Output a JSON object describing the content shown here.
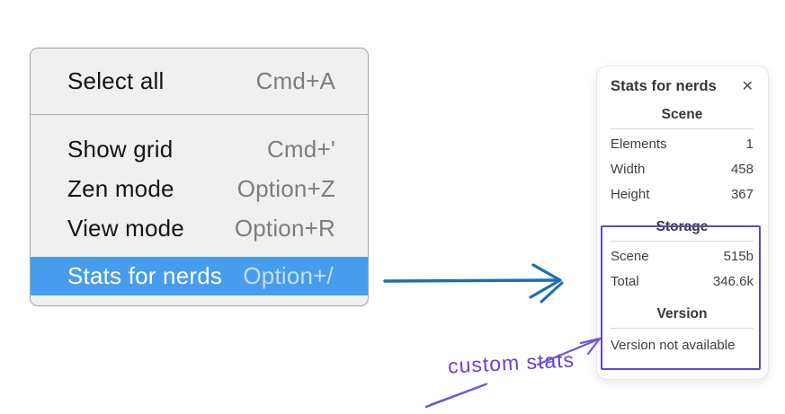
{
  "menu": {
    "items_top": [
      {
        "label": "Select all",
        "shortcut": "Cmd+A"
      }
    ],
    "items": [
      {
        "label": "Show grid",
        "shortcut": "Cmd+'"
      },
      {
        "label": "Zen mode",
        "shortcut": "Option+Z"
      },
      {
        "label": "View mode",
        "shortcut": "Option+R"
      },
      {
        "label": "Stats for nerds",
        "shortcut": "Option+/"
      }
    ],
    "highlighted_item": "Stats for nerds",
    "colors": {
      "highlight_bg": "#479ded",
      "menu_bg": "#f0f0f1"
    }
  },
  "stats_panel": {
    "title": "Stats for nerds",
    "close_icon": "✕",
    "sections": [
      {
        "heading": "Scene",
        "rows": [
          [
            "Elements",
            "1"
          ],
          [
            "Width",
            "458"
          ],
          [
            "Height",
            "367"
          ]
        ]
      },
      {
        "heading": "Storage",
        "rows": [
          [
            "Scene",
            "515b"
          ],
          [
            "Total",
            "346.6k"
          ]
        ]
      },
      {
        "heading": "Version",
        "note": "Version not available"
      }
    ]
  },
  "annotations": {
    "label": "custom stats",
    "colors": {
      "blue_arrow": "#1d6cb5",
      "purple": "#6f55da"
    }
  }
}
